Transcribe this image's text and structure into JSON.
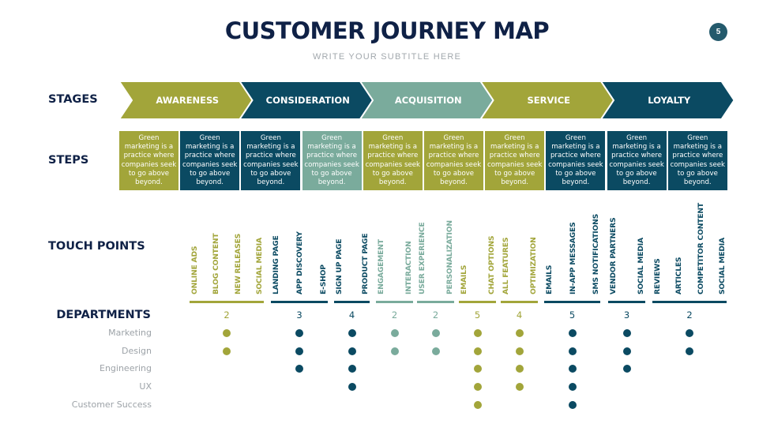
{
  "header": {
    "title": "CUSTOMER JOURNEY MAP",
    "subtitle": "WRITE YOUR SUBTITLE HERE",
    "page_number": "5"
  },
  "colors": {
    "olive": "#a2a53a",
    "navy": "#0b4a62",
    "teal": "#7aab9c",
    "title_navy": "#0f2146",
    "badge": "#245a6c",
    "dept_gray": "#9da3a8"
  },
  "row_labels": {
    "stages": "STAGES",
    "steps": "STEPS",
    "touch_points": "TOUCH POINTS",
    "departments": "DEPARTMENTS"
  },
  "stages": [
    {
      "label": "AWARENESS",
      "color": "olive"
    },
    {
      "label": "CONSIDERATION",
      "color": "navy"
    },
    {
      "label": "ACQUISITION",
      "color": "teal"
    },
    {
      "label": "SERVICE",
      "color": "olive"
    },
    {
      "label": "LOYALTY",
      "color": "navy"
    }
  ],
  "steps": [
    {
      "text": "Green marketing is a practice where companies seek to go above beyond.",
      "color": "olive"
    },
    {
      "text": "Green marketing is a practice where companies seek to go above beyond.",
      "color": "navy"
    },
    {
      "text": "Green marketing is a practice where companies seek to go above beyond.",
      "color": "navy"
    },
    {
      "text": "Green marketing is a practice where companies seek to go above beyond.",
      "color": "teal"
    },
    {
      "text": "Green marketing is a practice where companies seek to go above beyond.",
      "color": "olive"
    },
    {
      "text": "Green marketing is a practice where companies seek to go above beyond.",
      "color": "olive"
    },
    {
      "text": "Green marketing is a practice where companies seek to go above beyond.",
      "color": "olive"
    },
    {
      "text": "Green marketing is a practice where companies seek to go above beyond.",
      "color": "navy"
    },
    {
      "text": "Green marketing is a practice where companies seek to go above beyond.",
      "color": "navy"
    },
    {
      "text": "Green marketing is a practice where companies seek to go above beyond.",
      "color": "navy"
    }
  ],
  "touch_point_groups": [
    {
      "color": "olive",
      "items": [
        "ONLINE ADS",
        "BLOG CONTENT",
        "NEW RELEASES",
        "SOCIAL MEDIA"
      ],
      "count": "2",
      "departments": [
        true,
        true,
        false,
        false,
        false
      ]
    },
    {
      "color": "navy",
      "items": [
        "LANDING PAGE",
        "APP DISCOVERY",
        "E-SHOP"
      ],
      "count": "3",
      "departments": [
        true,
        true,
        true,
        false,
        false
      ]
    },
    {
      "color": "navy",
      "items": [
        "SIGN UP PAGE",
        "PRODUCT PAGE"
      ],
      "count": "4",
      "departments": [
        true,
        true,
        true,
        true,
        false
      ]
    },
    {
      "color": "teal",
      "items": [
        "ENGAGEMENT",
        "INTERACTION"
      ],
      "count": "2",
      "departments": [
        true,
        true,
        false,
        false,
        false
      ]
    },
    {
      "color": "teal",
      "items": [
        "USER EXPERIENCE",
        "PERSONALIZATION"
      ],
      "count": "2",
      "departments": [
        true,
        true,
        false,
        false,
        false
      ]
    },
    {
      "color": "olive",
      "items": [
        "EMAILS",
        "CHAT OPTIONS"
      ],
      "count": "5",
      "departments": [
        true,
        true,
        true,
        true,
        true
      ]
    },
    {
      "color": "olive",
      "items": [
        "ALL FEATURES",
        "OPTIMIZATION"
      ],
      "count": "4",
      "departments": [
        true,
        true,
        true,
        true,
        false
      ]
    },
    {
      "color": "navy",
      "items": [
        "EMAILS",
        "IN-APP MESSAGES",
        "SMS NOTIFICATIONS"
      ],
      "count": "5",
      "departments": [
        true,
        true,
        true,
        true,
        true
      ]
    },
    {
      "color": "navy",
      "items": [
        "VENDOR PARTNERS",
        "SOCIAL MEDIA"
      ],
      "count": "3",
      "departments": [
        true,
        true,
        true,
        false,
        false
      ]
    },
    {
      "color": "navy",
      "items": [
        "REVIEWS",
        "ARTICLES",
        "COMPETITOR CONTENT",
        "SOCIAL MEDIA"
      ],
      "count": "2",
      "departments": [
        true,
        true,
        false,
        false,
        false
      ]
    }
  ],
  "departments": [
    "Marketing",
    "Design",
    "Engineering",
    "UX",
    "Customer Success"
  ]
}
